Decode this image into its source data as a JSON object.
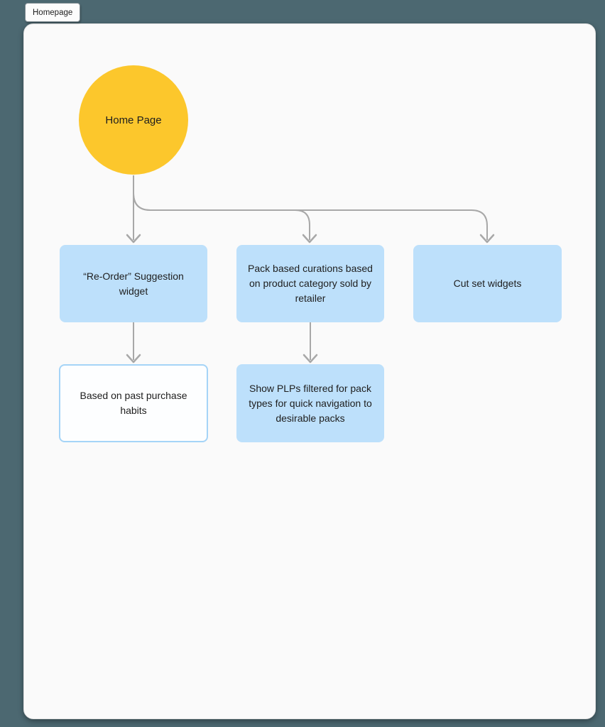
{
  "colors": {
    "frame": "#4C6871",
    "canvas": "#FAFAFA",
    "nodeYellow": "#FCC72C",
    "nodeBlue": "#BDE0FB",
    "outlineBorder": "#A5D4F7",
    "connector": "#A8A8A8",
    "text": "#1E1E1E"
  },
  "tab": {
    "label": "Homepage"
  },
  "diagram": {
    "root": {
      "label": "Home Page",
      "shape": "circle",
      "color": "#FCC72C"
    },
    "nodes": [
      {
        "label": "“Re-Order” Suggestion widget",
        "style": "filled-blue"
      },
      {
        "label": "Pack based curations based on product category sold by retailer",
        "style": "filled-blue"
      },
      {
        "label": "Cut set widgets",
        "style": "filled-blue"
      },
      {
        "label": "Based on past purchase habits",
        "style": "outlined"
      },
      {
        "label": "Show PLPs filtered for pack types for quick navigation to desirable packs",
        "style": "filled-blue"
      }
    ],
    "edges": [
      {
        "from": "Home Page",
        "to": "“Re-Order” Suggestion widget"
      },
      {
        "from": "Home Page",
        "to": "Pack based curations based on product category sold by retailer"
      },
      {
        "from": "Home Page",
        "to": "Cut set widgets"
      },
      {
        "from": "“Re-Order” Suggestion widget",
        "to": "Based on past purchase habits"
      },
      {
        "from": "Pack based curations based on product category sold by retailer",
        "to": "Show PLPs filtered for pack types for quick navigation to desirable packs"
      }
    ]
  }
}
